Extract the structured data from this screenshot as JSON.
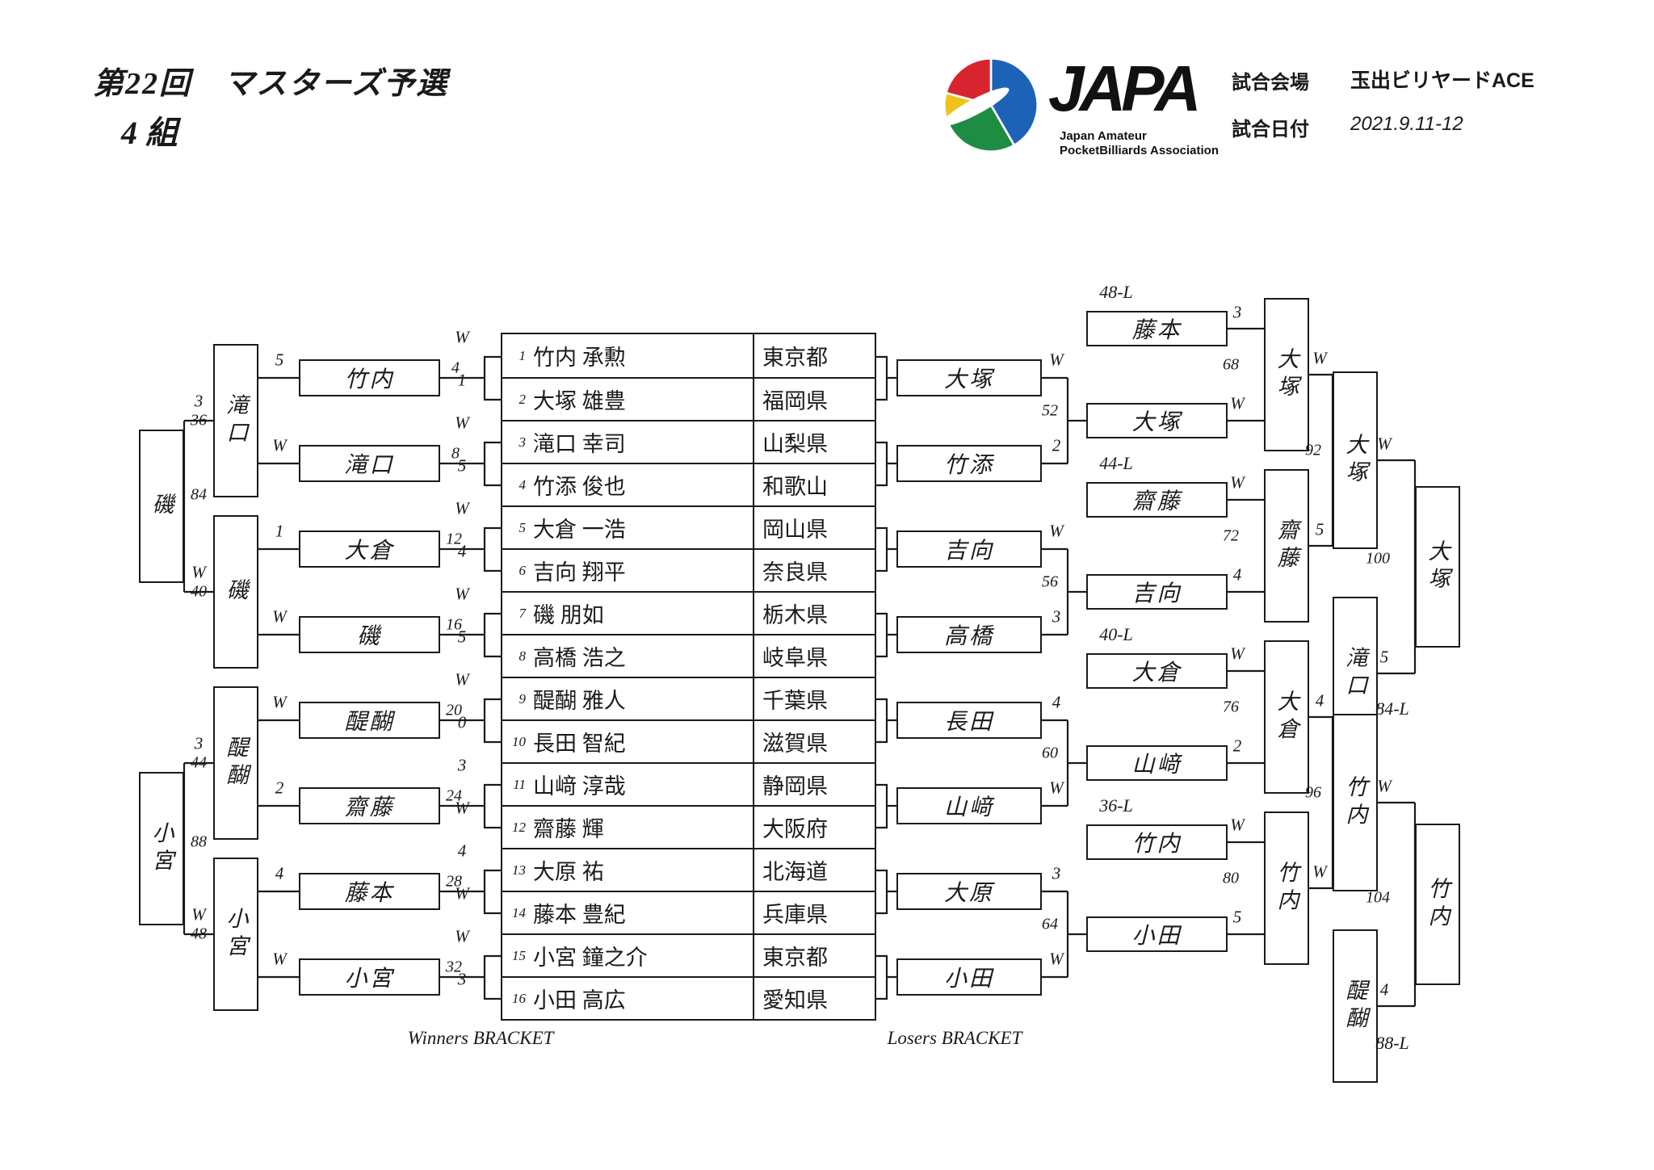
{
  "header": {
    "title": "第22回　マスターズ予選",
    "group": "4 組",
    "venue_label": "試合会場",
    "venue_value": "玉出ビリヤードACE",
    "date_label": "試合日付",
    "date_value": "2021.9.11-12",
    "logo": {
      "wordmark": "JAPA",
      "subtitle_line1": "Japan Amateur",
      "subtitle_line2": "PocketBilliards Association",
      "colors": {
        "blue": "#1c63b7",
        "red": "#d8242f",
        "green": "#1f8c44",
        "yellow": "#efc319"
      }
    }
  },
  "players": [
    {
      "no": "1",
      "name": "竹内 承勲",
      "pref": "東京都"
    },
    {
      "no": "2",
      "name": "大塚 雄豊",
      "pref": "福岡県"
    },
    {
      "no": "3",
      "name": "滝口 幸司",
      "pref": "山梨県"
    },
    {
      "no": "4",
      "name": "竹添 俊也",
      "pref": "和歌山"
    },
    {
      "no": "5",
      "name": "大倉 一浩",
      "pref": "岡山県"
    },
    {
      "no": "6",
      "name": "吉向 翔平",
      "pref": "奈良県"
    },
    {
      "no": "7",
      "name": "磯 朋如",
      "pref": "栃木県"
    },
    {
      "no": "8",
      "name": "高橋 浩之",
      "pref": "岐阜県"
    },
    {
      "no": "9",
      "name": "醍醐 雅人",
      "pref": "千葉県"
    },
    {
      "no": "10",
      "name": "長田 智紀",
      "pref": "滋賀県"
    },
    {
      "no": "11",
      "name": "山﨑 淳哉",
      "pref": "静岡県"
    },
    {
      "no": "12",
      "name": "齋藤 輝",
      "pref": "大阪府"
    },
    {
      "no": "13",
      "name": "大原 祐",
      "pref": "北海道"
    },
    {
      "no": "14",
      "name": "藤本 豊紀",
      "pref": "兵庫県"
    },
    {
      "no": "15",
      "name": "小宮 鐘之介",
      "pref": "東京都"
    },
    {
      "no": "16",
      "name": "小田 高広",
      "pref": "愛知県"
    }
  ],
  "wb": {
    "r1": [
      "竹内",
      "滝口",
      "大倉",
      "磯",
      "醍醐",
      "齋藤",
      "藤本",
      "小宮"
    ],
    "r2": [
      "滝口",
      "磯",
      "醍醐",
      "小宮"
    ],
    "sf": [
      "磯",
      "小宮"
    ]
  },
  "lb": {
    "r1": [
      "大塚",
      "竹添",
      "吉向",
      "高橋",
      "長田",
      "山﨑",
      "大原",
      "小田"
    ],
    "r2_drops": [
      "藤本",
      "齋藤",
      "大倉",
      "竹内"
    ],
    "r2_drop_labels": [
      "48-L",
      "44-L",
      "40-L",
      "36-L"
    ],
    "r2_winners": [
      "大塚",
      "吉向",
      "山﨑",
      "小田"
    ],
    "r3_winners": [
      "大塚",
      "齋藤",
      "大倉",
      "竹内"
    ],
    "r4_winners": [
      "大塚",
      "竹内"
    ],
    "r4_drops": [
      "滝口",
      "醍醐"
    ],
    "r4_drop_labels": [
      "84-L",
      "88-L"
    ],
    "r5_winners": [
      "大塚",
      "竹内"
    ]
  },
  "matches": {
    "m4": {
      "no": "4",
      "a": "W",
      "b": "1"
    },
    "m8": {
      "no": "8",
      "a": "W",
      "b": "5"
    },
    "m12": {
      "no": "12",
      "a": "W",
      "b": "4"
    },
    "m16": {
      "no": "16",
      "a": "W",
      "b": "5"
    },
    "m20": {
      "no": "20",
      "a": "W",
      "b": "0"
    },
    "m24": {
      "no": "24",
      "a": "3",
      "b": "W"
    },
    "m28": {
      "no": "28",
      "a": "4",
      "b": "W"
    },
    "m32": {
      "no": "32",
      "a": "W",
      "b": "3"
    },
    "m36": {
      "no": "36",
      "a": "5",
      "b": "W"
    },
    "m40": {
      "no": "40",
      "a": "1",
      "b": "W"
    },
    "m44": {
      "no": "44",
      "a": "W",
      "b": "2"
    },
    "m48": {
      "no": "48",
      "a": "4",
      "b": "W"
    },
    "m52": {
      "no": "52",
      "a": "W",
      "b": "2"
    },
    "m56": {
      "no": "56",
      "a": "W",
      "b": "3"
    },
    "m60": {
      "no": "60",
      "a": "4",
      "b": "W"
    },
    "m64": {
      "no": "64",
      "a": "3",
      "b": "W"
    },
    "m68": {
      "no": "68",
      "a": "3",
      "b": "W"
    },
    "m72": {
      "no": "72",
      "a": "W",
      "b": "4"
    },
    "m76": {
      "no": "76",
      "a": "W",
      "b": "2"
    },
    "m80": {
      "no": "80",
      "a": "W",
      "b": "5"
    },
    "m84": {
      "no": "84",
      "a": "3",
      "b": "W"
    },
    "m88": {
      "no": "88",
      "a": "3",
      "b": "W"
    },
    "m92": {
      "no": "92",
      "a": "W",
      "b": "5"
    },
    "m96": {
      "no": "96",
      "a": "4",
      "b": "W"
    },
    "m100": {
      "no": "100",
      "a": "W",
      "b": "5"
    },
    "m104": {
      "no": "104",
      "a": "W",
      "b": "4"
    }
  },
  "footer": {
    "winners": "Winners BRACKET",
    "losers": "Losers BRACKET"
  }
}
